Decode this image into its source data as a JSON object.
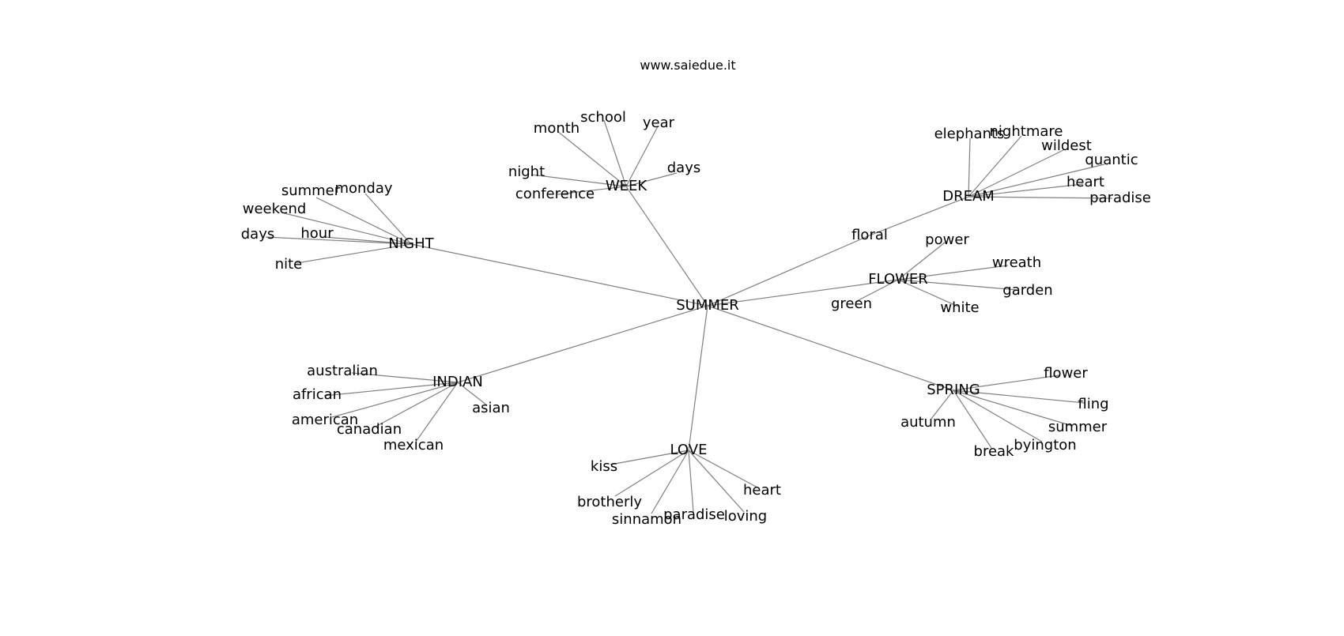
{
  "watermark": "www.saiedue.it",
  "colors": {
    "edge": "#808080",
    "text": "#000000",
    "background": "#ffffff"
  },
  "graph": {
    "root": "SUMMER",
    "hubs": [
      {
        "id": "night",
        "label": "NIGHT",
        "leaves": [
          "summer",
          "monday",
          "weekend",
          "days",
          "hour",
          "nite"
        ]
      },
      {
        "id": "week",
        "label": "WEEK",
        "leaves": [
          "month",
          "school",
          "year",
          "night",
          "conference",
          "days"
        ]
      },
      {
        "id": "floral",
        "label": "floral",
        "leaves": []
      },
      {
        "id": "dream",
        "label": "DREAM",
        "leaves": [
          "elephants",
          "nightmare",
          "wildest",
          "quantic",
          "heart",
          "paradise"
        ]
      },
      {
        "id": "flower",
        "label": "FLOWER",
        "leaves": [
          "power",
          "wreath",
          "garden",
          "white",
          "green"
        ]
      },
      {
        "id": "indian",
        "label": "INDIAN",
        "leaves": [
          "australian",
          "african",
          "american",
          "canadian",
          "mexican",
          "asian"
        ]
      },
      {
        "id": "love",
        "label": "LOVE",
        "leaves": [
          "kiss",
          "brotherly",
          "sinnamon",
          "paradise",
          "loving",
          "heart"
        ]
      },
      {
        "id": "spring",
        "label": "SPRING",
        "leaves": [
          "flower",
          "fling",
          "summer",
          "byington",
          "break",
          "autumn"
        ]
      }
    ]
  }
}
